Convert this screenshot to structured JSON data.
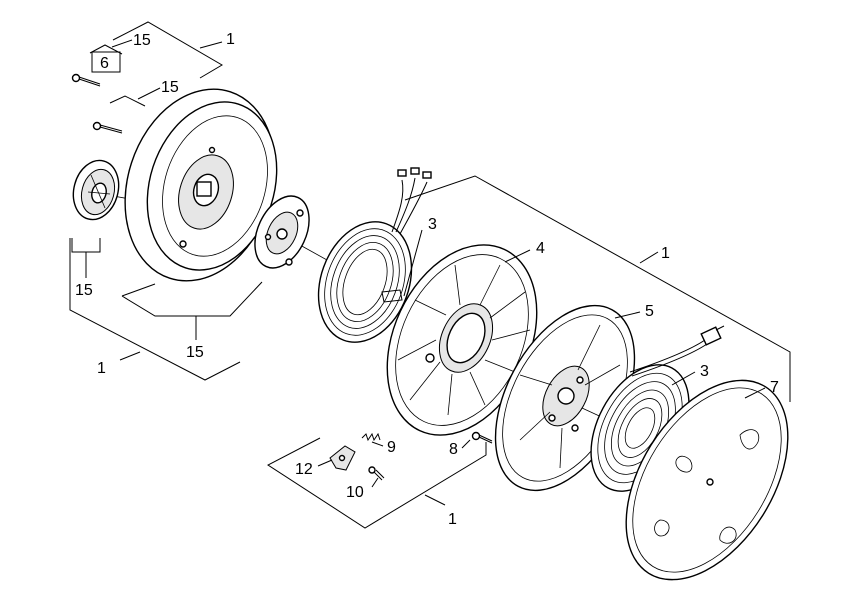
{
  "diagram": {
    "labels": {
      "kit_1_top": "1",
      "part_15_top": "15",
      "part_6": "6",
      "part_15_mid": "15",
      "part_15_left": "15",
      "kit_1_left": "1",
      "part_15_bottom": "15",
      "part_3_cable": "3",
      "part_4_drum": "4",
      "kit_1_right": "1",
      "part_5_hub": "5",
      "part_3_spring": "3",
      "part_7_cover": "7",
      "part_9": "9",
      "part_8": "8",
      "part_12": "12",
      "part_10": "10",
      "kit_1_bottom": "1"
    }
  }
}
